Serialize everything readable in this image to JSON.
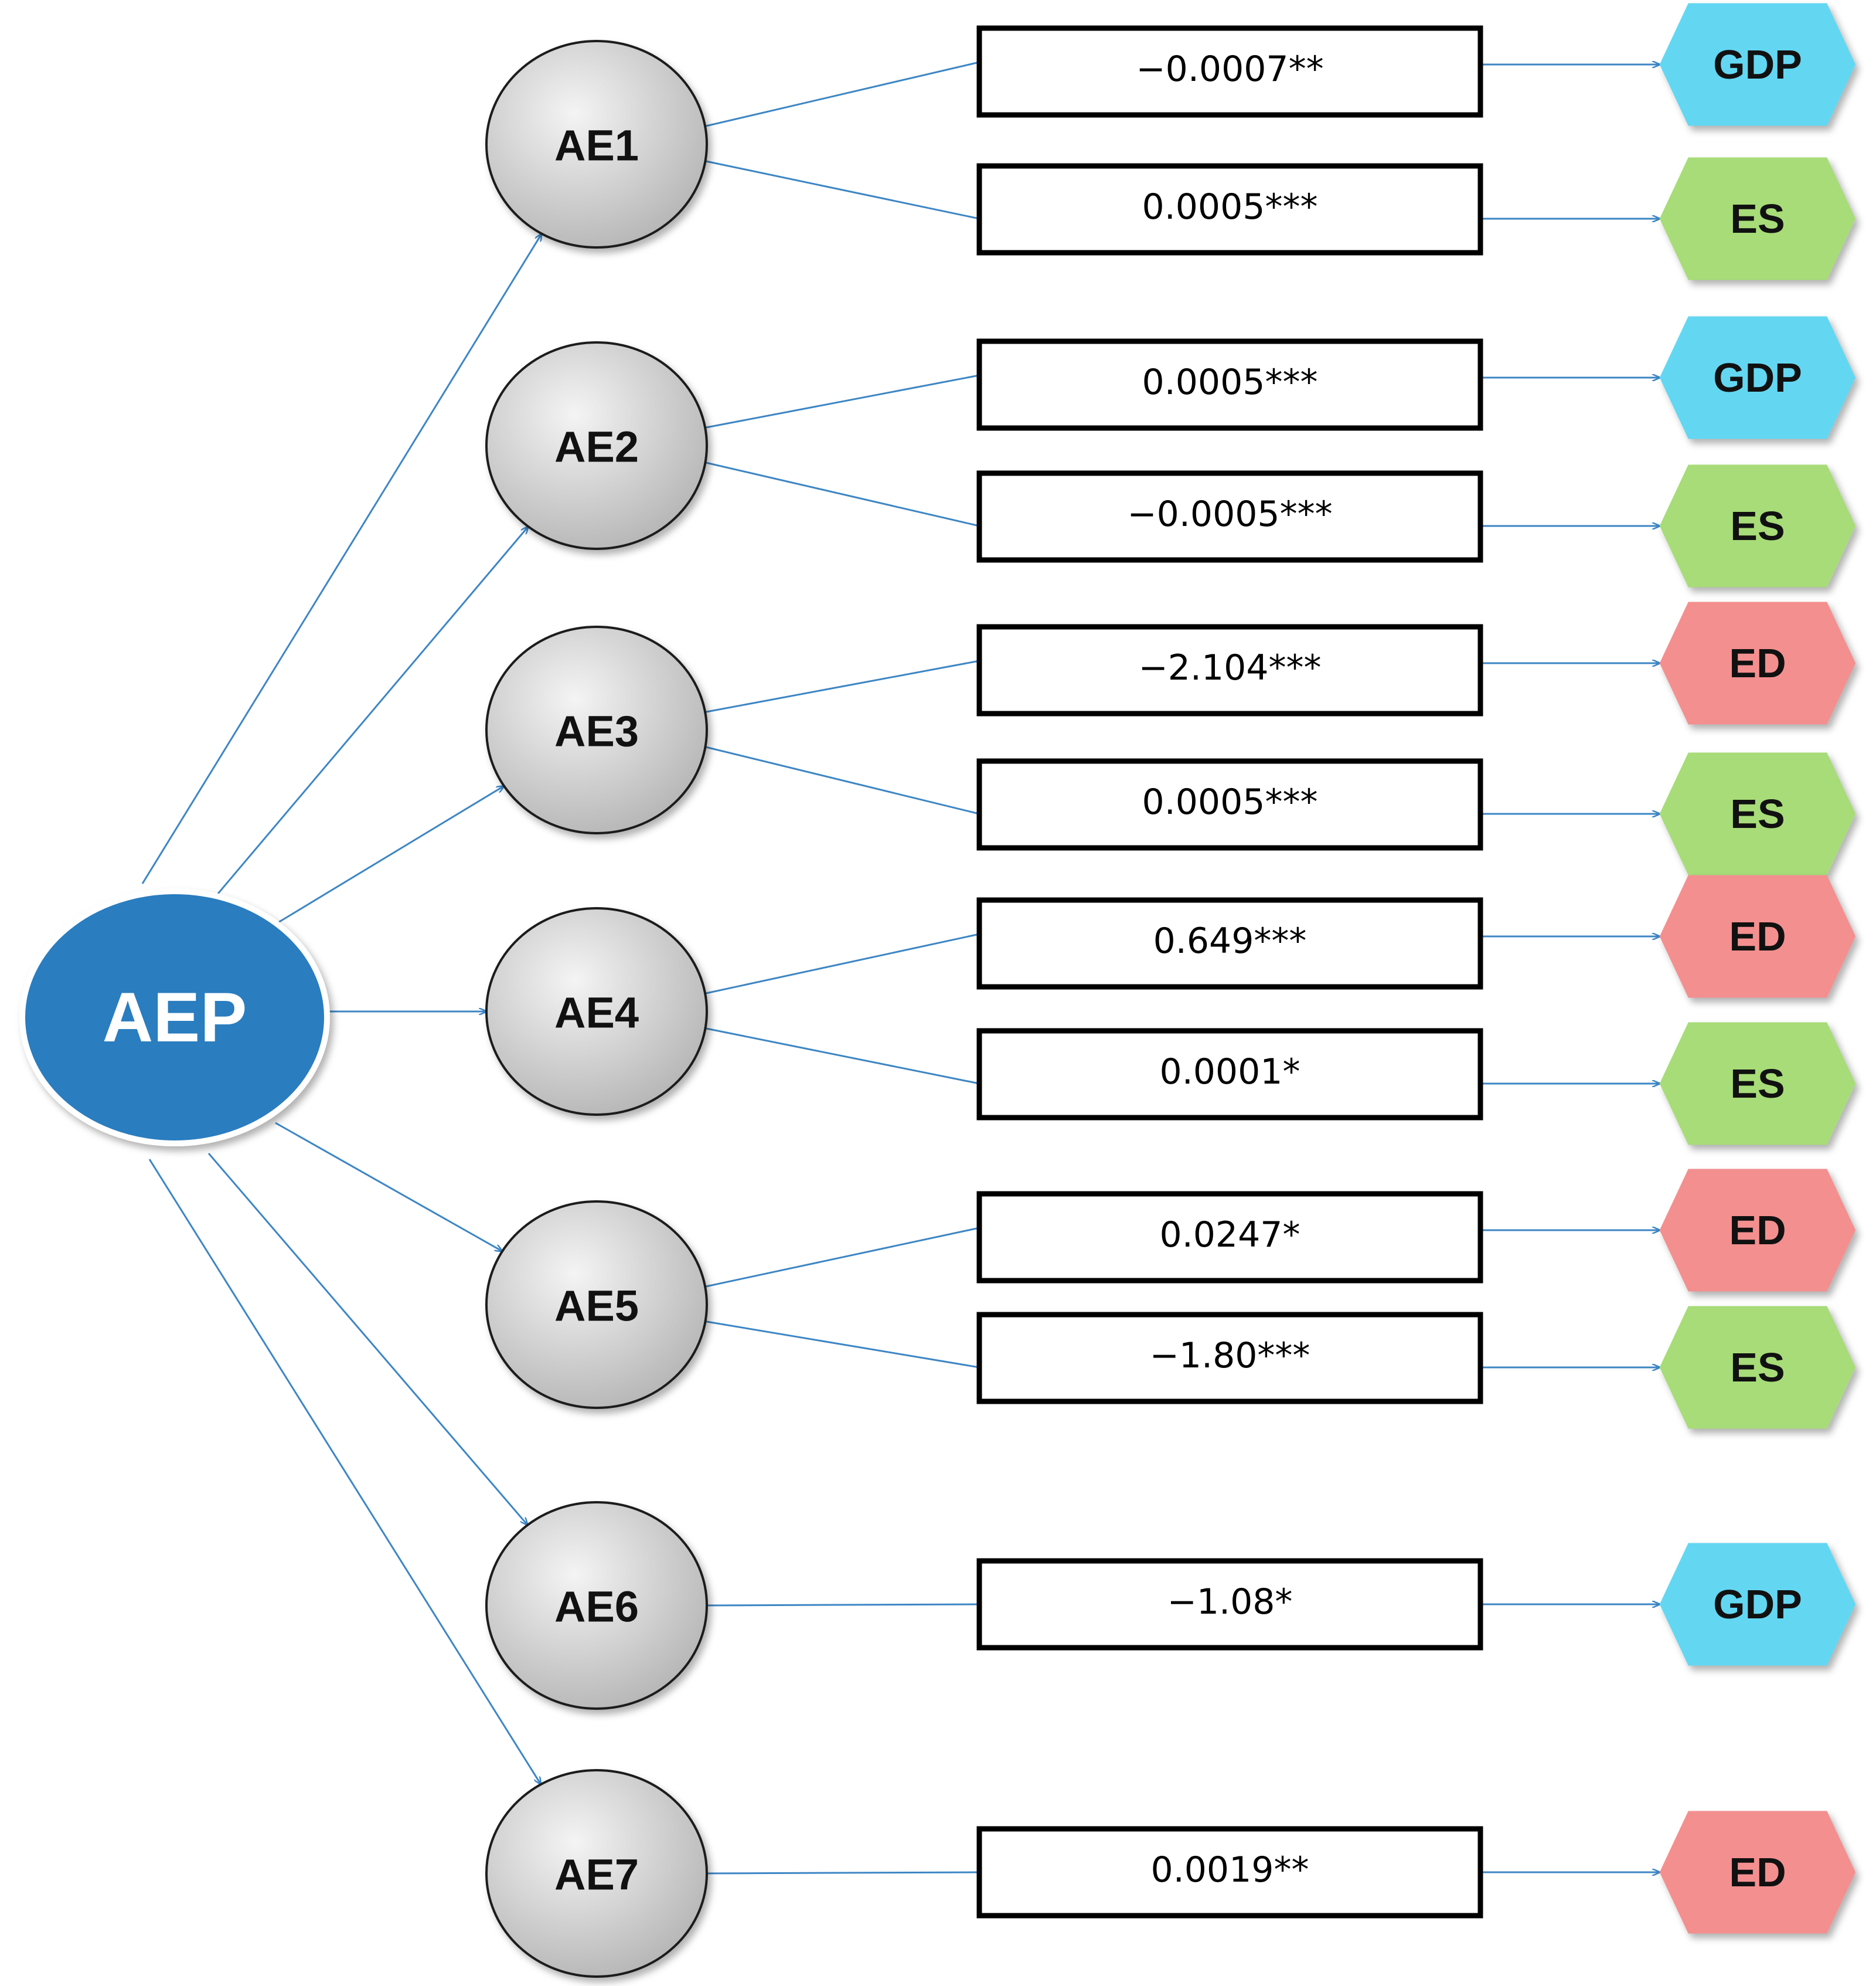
{
  "source": {
    "label": "AEP"
  },
  "colors": {
    "edge": "#3d86c4",
    "source_fill": "#2a7dbf",
    "GDP": "#63d7f2",
    "ES": "#a7dc78",
    "ED": "#f48f8f"
  },
  "effects": [
    {
      "label": "AE1",
      "paths": [
        {
          "coef": "−0.0007**",
          "outcome": "GDP"
        },
        {
          "coef": "0.0005***",
          "outcome": "ES"
        }
      ]
    },
    {
      "label": "AE2",
      "paths": [
        {
          "coef": "0.0005***",
          "outcome": "GDP"
        },
        {
          "coef": "−0.0005***",
          "outcome": "ES"
        }
      ]
    },
    {
      "label": "AE3",
      "paths": [
        {
          "coef": "−2.104***",
          "outcome": "ED"
        },
        {
          "coef": "0.0005***",
          "outcome": "ES"
        }
      ]
    },
    {
      "label": "AE4",
      "paths": [
        {
          "coef": "0.649***",
          "outcome": "ED"
        },
        {
          "coef": "0.0001*",
          "outcome": "ES"
        }
      ]
    },
    {
      "label": "AE5",
      "paths": [
        {
          "coef": "0.0247*",
          "outcome": "ED"
        },
        {
          "coef": "−1.80***",
          "outcome": "ES"
        }
      ]
    },
    {
      "label": "AE6",
      "paths": [
        {
          "coef": "−1.08*",
          "outcome": "GDP"
        }
      ]
    },
    {
      "label": "AE7",
      "paths": [
        {
          "coef": "0.0019**",
          "outcome": "ED"
        }
      ]
    }
  ]
}
